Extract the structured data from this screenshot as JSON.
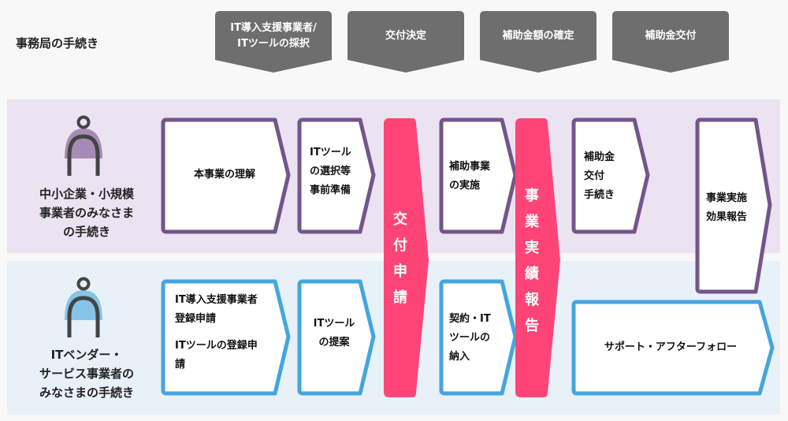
{
  "office": {
    "label": "事務局の手続き",
    "steps": [
      {
        "label": "IT導入支援事業者/\nITツールの採択"
      },
      {
        "label": "交付決定"
      },
      {
        "label": "補助金額の確定"
      },
      {
        "label": "補助金交付"
      }
    ]
  },
  "lanes": {
    "sme": {
      "label": "中小企業・小規模\n事業者のみなさま\nの手続き",
      "icon": "person-icon",
      "color": "#74558a",
      "icon_fill": "#a58bb5"
    },
    "vendor": {
      "label": "ITベンダー・\nサービス事業者の\nみなさまの手続き",
      "icon": "person-icon",
      "color": "#45a5de",
      "icon_fill": "#85c4e8"
    }
  },
  "sme_steps": [
    {
      "label": "本事業の理解"
    },
    {
      "label": "ITツール\nの選択等\n事前準備"
    },
    {
      "label": "補助事業\nの実施"
    },
    {
      "label": "補助金\n交付\n手続き"
    },
    {
      "label": "事業実施\n効果報告"
    }
  ],
  "vendor_steps": [
    {
      "label": "IT導入支援事業者\n登録申請"
    },
    {
      "label": "ITツールの登録申\n請"
    },
    {
      "label": "ITツール\nの提案"
    },
    {
      "label": "契約・IT\nツールの\n納入"
    },
    {
      "label": "サポート・アフターフォロー"
    }
  ],
  "milestones": [
    {
      "chars": [
        "交",
        "付",
        "申",
        "請"
      ]
    },
    {
      "chars": [
        "事",
        "業",
        "実",
        "績",
        "報",
        "告"
      ]
    }
  ],
  "colors": {
    "office_step": "#6e6e6e",
    "milestone": "#ff4577",
    "sme_border": "#74558a",
    "vendor_border": "#45a5de",
    "sme_band": "#ebe3f1",
    "vendor_band": "#e8f0f8"
  }
}
